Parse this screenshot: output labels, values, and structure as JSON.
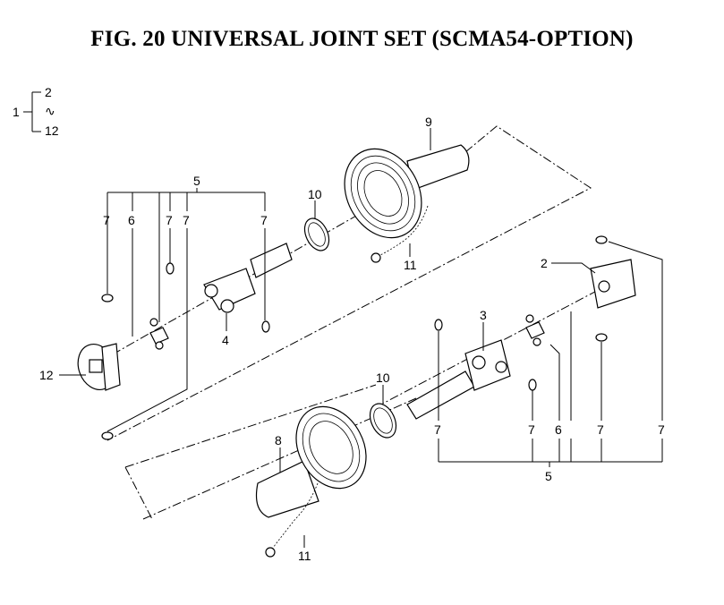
{
  "title": "FIG. 20  UNIVERSAL JOINT SET (SCMA54-OPTION)",
  "legend": {
    "parent": "1",
    "top": "2",
    "tilde": "∿",
    "bottom": "12"
  },
  "labels": {
    "n9": "9",
    "n10a": "10",
    "n11a": "11",
    "n5a": "5",
    "n7a": "7",
    "n6a": "6",
    "n7b": "7",
    "n7c": "7",
    "n7d": "7",
    "n4": "4",
    "n12": "12",
    "n2": "2",
    "n3": "3",
    "n10b": "10",
    "n8": "8",
    "n11b": "11",
    "n7e": "7",
    "n7f": "7",
    "n6b": "6",
    "n7g": "7",
    "n7h": "7",
    "n5b": "5"
  }
}
